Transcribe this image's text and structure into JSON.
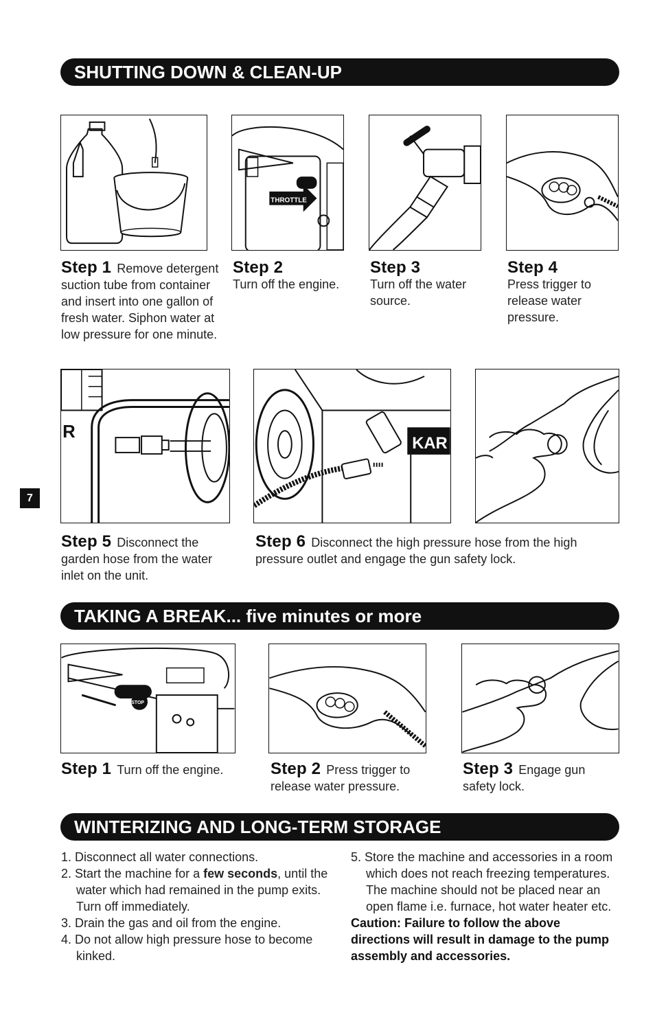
{
  "page_number": "7",
  "shutdown": {
    "title": "SHUTTING DOWN & CLEAN-UP",
    "steps": [
      {
        "label": "Step 1",
        "text": "Remove detergent suction tube from container and insert into one gallon of fresh water. Siphon water at low pressure for one minute."
      },
      {
        "label": "Step 2",
        "text": "Turn off the engine."
      },
      {
        "label": "Step 3",
        "text": "Turn off the water source."
      },
      {
        "label": "Step 4",
        "text": "Press trigger to release water pressure."
      },
      {
        "label": "Step 5",
        "text": "Disconnect the garden hose from the water inlet on the unit."
      },
      {
        "label": "Step 6",
        "text": "Disconnect the high pressure hose from the high pressure outlet and engage the gun safety lock."
      }
    ]
  },
  "break": {
    "title": "TAKING A BREAK... five minutes or more",
    "steps": [
      {
        "label": "Step 1",
        "text": "Turn off the engine."
      },
      {
        "label": "Step 2",
        "text": "Press trigger to release water pressure."
      },
      {
        "label": "Step 3",
        "text": "Engage gun safety lock."
      }
    ]
  },
  "winter": {
    "title": "WINTERIZING AND LONG-TERM STORAGE",
    "items": [
      {
        "num": "1.",
        "pre": "Disconnect all water connections.",
        "bold": "",
        "post": ""
      },
      {
        "num": "2.",
        "pre": "Start the machine for a ",
        "bold": "few seconds",
        "post": ", until the water which had remained in the pump exits. Turn off immediately."
      },
      {
        "num": "3.",
        "pre": "Drain the gas and oil from the engine.",
        "bold": "",
        "post": ""
      },
      {
        "num": "4.",
        "pre": "Do not allow high pressure hose to become kinked.",
        "bold": "",
        "post": ""
      },
      {
        "num": "5.",
        "pre": "Store the machine and accessories in a room which does not reach freezing temperatures. The machine should not be placed near an open flame i.e. furnace, hot water heater etc.",
        "bold": "",
        "post": ""
      }
    ],
    "caution": "Caution: Failure to follow the above directions will result in damage to the pump assembly and accessories."
  },
  "illustration_text": {
    "throttle": "THROTTLE",
    "brand": "KAR",
    "stop": "STOP"
  }
}
